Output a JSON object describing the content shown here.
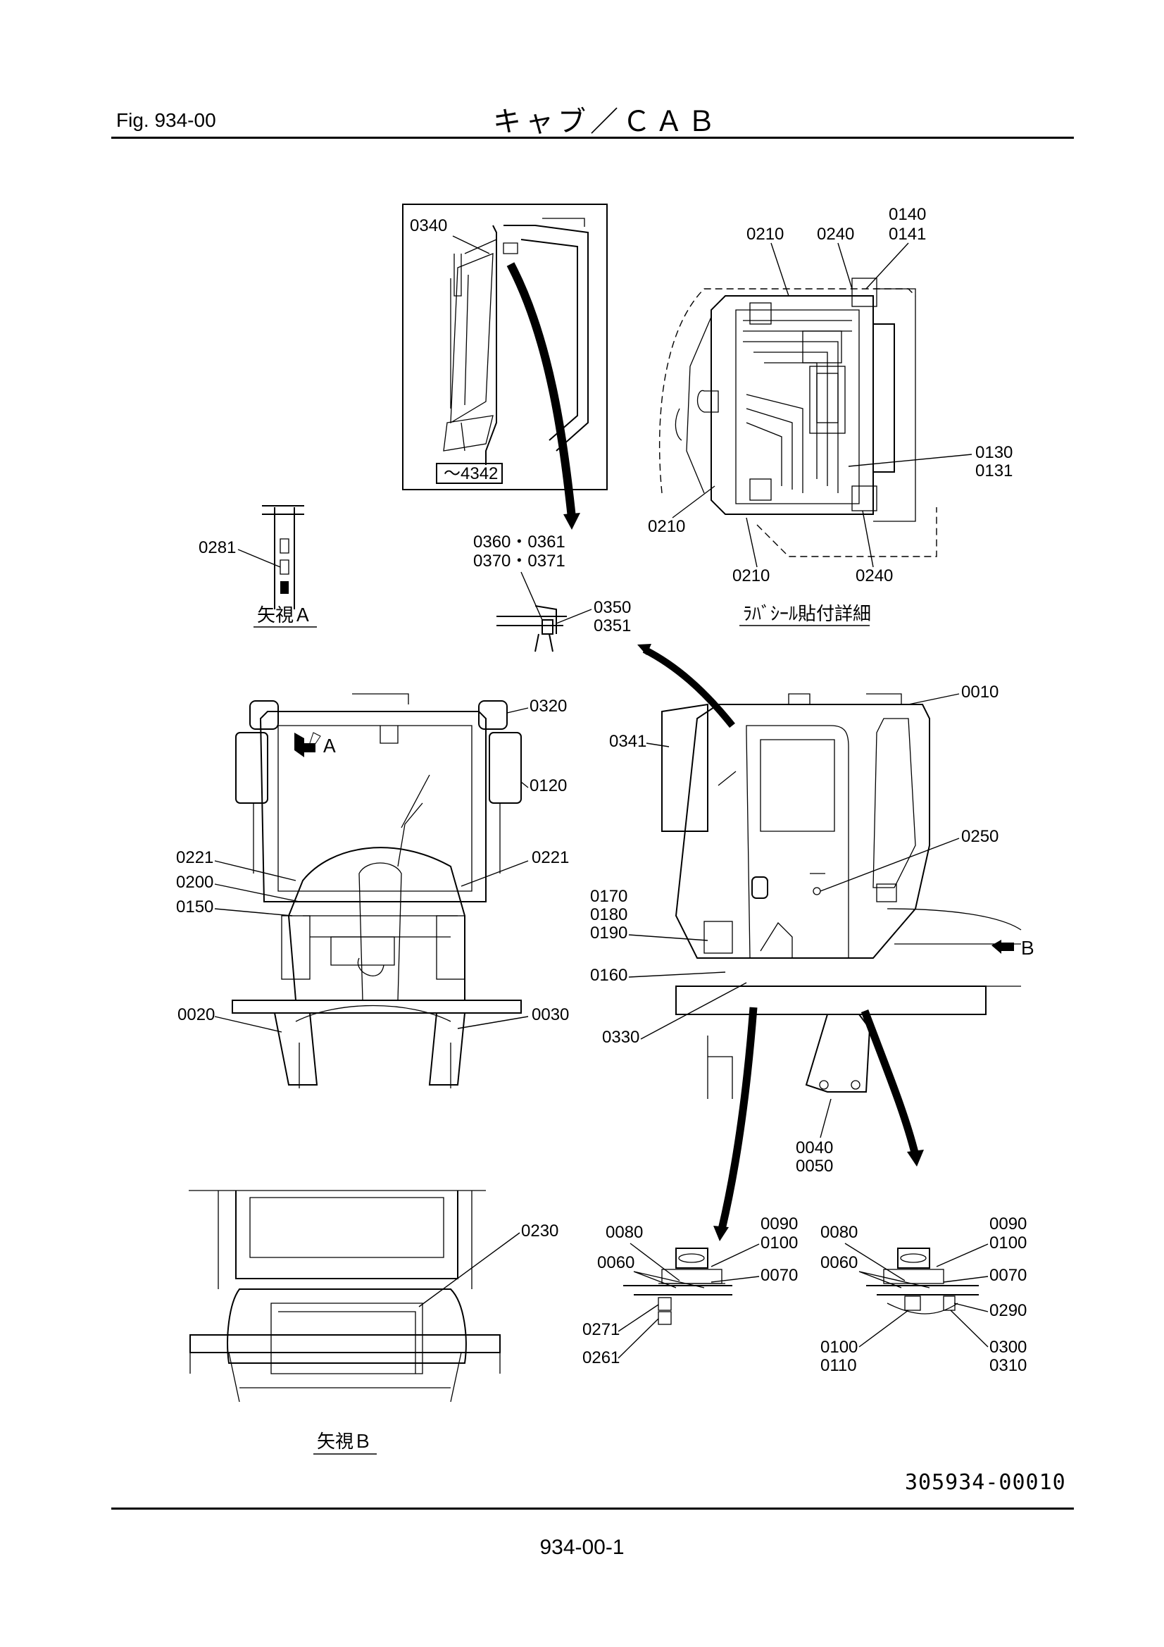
{
  "header": {
    "figure": "Fig.  934-00",
    "title": "キャブ／ＣＡＢ"
  },
  "footer": {
    "drawing_number": "305934-00010",
    "page": "934-00-1"
  },
  "captions": {
    "view_a": "矢視Ａ",
    "rubber_seal": "ﾗﾊﾞｼｰﾙ貼付詳細",
    "view_b": "矢視Ｂ",
    "serial_range": "～4342",
    "arrow_a": "Ａ",
    "arrow_b": "Ｂ"
  },
  "parts": {
    "p0340": "0340",
    "p0210a": "0210",
    "p0240a": "0240",
    "p0140": "0140",
    "p0141": "0141",
    "p0130": "0130",
    "p0131": "0131",
    "p0210b": "0210",
    "p0210c": "0210",
    "p0240b": "0240",
    "p0281": "0281",
    "p0360": "0360・0361",
    "p0370": "0370・0371",
    "p0350": "0350",
    "p0351": "0351",
    "p0320": "0320",
    "p0120": "0120",
    "p0221a": "0221",
    "p0200": "0200",
    "p0150": "0150",
    "p0221b": "0221",
    "p0020": "0020",
    "p0030": "0030",
    "p0010": "0010",
    "p0341": "0341",
    "p0250": "0250",
    "p0170": "0170",
    "p0180": "0180",
    "p0190": "0190",
    "p0160": "0160",
    "p0330": "0330",
    "p0040": "0040",
    "p0050": "0050",
    "p0230": "0230",
    "p0080a": "0080",
    "p0060a": "0060",
    "p0090a": "0090",
    "p0100a": "0100",
    "p0070a": "0070",
    "p0271": "0271",
    "p0261": "0261",
    "p0080b": "0080",
    "p0060b": "0060",
    "p0090b": "0090",
    "p0100b": "0100",
    "p0070b": "0070",
    "p0290": "0290",
    "p0100c": "0100",
    "p0110": "0110",
    "p0300": "0300",
    "p0310": "0310"
  }
}
